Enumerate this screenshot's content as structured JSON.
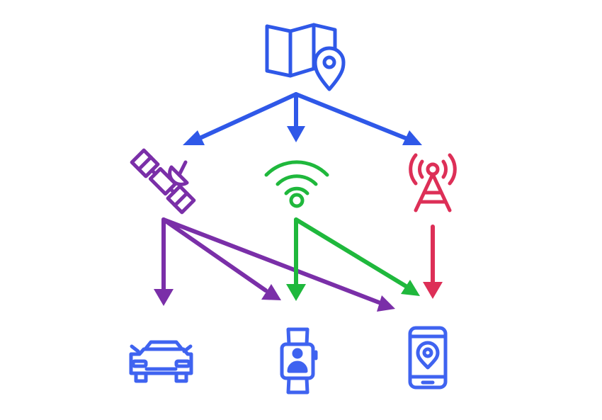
{
  "colors": {
    "background": "#ffffff",
    "map": "#2f58e8",
    "satellite": "#7a2fa8",
    "wifi": "#1fb83c",
    "tower": "#dd2f57",
    "devices": "#3f63f0"
  },
  "nodes": {
    "source": {
      "icon": "map-location-icon"
    },
    "satellite": {
      "icon": "satellite-icon"
    },
    "wifi": {
      "icon": "wifi-icon"
    },
    "tower": {
      "icon": "cell-tower-icon"
    },
    "car": {
      "icon": "car-icon"
    },
    "watch": {
      "icon": "smartwatch-icon"
    },
    "phone": {
      "icon": "smartphone-location-icon"
    }
  },
  "edges": [
    {
      "from": "source",
      "to": "satellite"
    },
    {
      "from": "source",
      "to": "wifi"
    },
    {
      "from": "source",
      "to": "tower"
    },
    {
      "from": "satellite",
      "to": "car"
    },
    {
      "from": "satellite",
      "to": "watch"
    },
    {
      "from": "satellite",
      "to": "phone"
    },
    {
      "from": "wifi",
      "to": "watch"
    },
    {
      "from": "wifi",
      "to": "phone"
    },
    {
      "from": "tower",
      "to": "phone"
    }
  ]
}
